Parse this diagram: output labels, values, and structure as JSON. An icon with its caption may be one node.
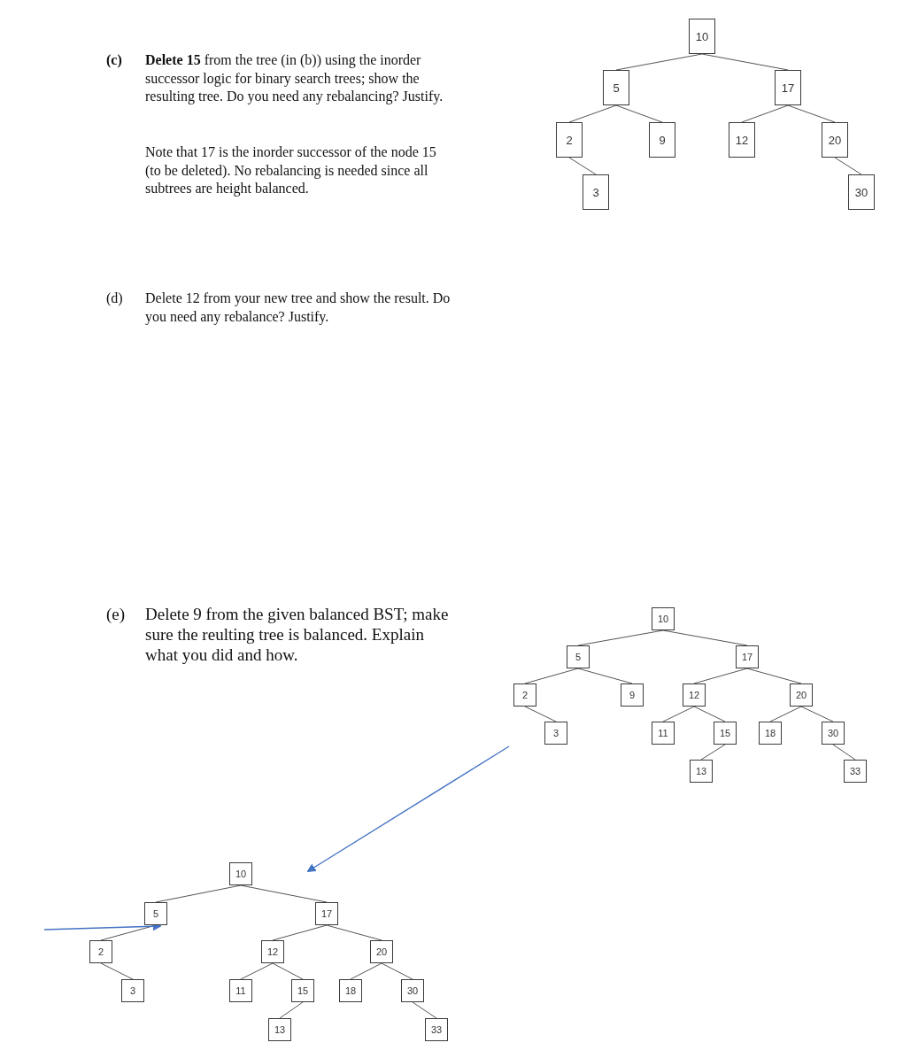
{
  "diagram": {
    "nodes": [
      {
        "text": [
          "10"
        ]
      },
      {
        "text": [
          "5"
        ]
      },
      {
        "text": [
          "17"
        ]
      },
      {
        "text": [
          "2"
        ]
      },
      {
        "text": [
          "9"
        ]
      },
      {
        "text": [
          "12"
        ]
      },
      {
        "text": [
          "20"
        ]
      },
      {
        "text": [
          "3"
        ]
      },
      {
        "text": [
          "30"
        ]
      },
      {
        "text": [
          "10"
        ]
      },
      {
        "text": [
          "5"
        ]
      },
      {
        "text": [
          "17"
        ]
      },
      {
        "text": [
          "2"
        ]
      },
      {
        "text": [
          "9"
        ]
      },
      {
        "text": [
          "12"
        ]
      },
      {
        "text": [
          "20"
        ]
      },
      {
        "text": [
          "3"
        ]
      },
      {
        "text": [
          "11"
        ]
      },
      {
        "text": [
          "15"
        ]
      },
      {
        "text": [
          "18"
        ]
      },
      {
        "text": [
          "30"
        ]
      },
      {
        "text": [
          "13"
        ]
      },
      {
        "text": [
          "33"
        ]
      },
      {
        "text": [
          "10"
        ]
      },
      {
        "text": [
          "5"
        ]
      },
      {
        "text": [
          "17"
        ]
      },
      {
        "text": [
          "2"
        ]
      },
      {
        "text": [
          "12"
        ]
      },
      {
        "text": [
          "20"
        ]
      },
      {
        "text": [
          "3"
        ]
      },
      {
        "text": [
          "11"
        ]
      },
      {
        "text": [
          "15"
        ]
      },
      {
        "text": [
          "18"
        ]
      },
      {
        "text": [
          "30"
        ]
      },
      {
        "text": [
          "13"
        ]
      },
      {
        "text": [
          "33"
        ]
      }
    ],
    "edges": [
      {
        "from": 0,
        "to": 1,
        "arrow": "none"
      },
      {
        "from": 0,
        "to": 2,
        "arrow": "none"
      },
      {
        "from": 1,
        "to": 3,
        "arrow": "none"
      },
      {
        "from": 1,
        "to": 4,
        "arrow": "none"
      },
      {
        "from": 2,
        "to": 5,
        "arrow": "none"
      },
      {
        "from": 2,
        "to": 6,
        "arrow": "none"
      },
      {
        "from": 3,
        "to": 7,
        "arrow": "none"
      },
      {
        "from": 6,
        "to": 8,
        "arrow": "none"
      },
      {
        "from": 9,
        "to": 10,
        "arrow": "none"
      },
      {
        "from": 9,
        "to": 11,
        "arrow": "none"
      },
      {
        "from": 10,
        "to": 12,
        "arrow": "none"
      },
      {
        "from": 10,
        "to": 13,
        "arrow": "none"
      },
      {
        "from": 11,
        "to": 14,
        "arrow": "none"
      },
      {
        "from": 11,
        "to": 15,
        "arrow": "none"
      },
      {
        "from": 12,
        "to": 16,
        "arrow": "none"
      },
      {
        "from": 14,
        "to": 17,
        "arrow": "none"
      },
      {
        "from": 14,
        "to": 18,
        "arrow": "none"
      },
      {
        "from": 15,
        "to": 19,
        "arrow": "none"
      },
      {
        "from": 15,
        "to": 20,
        "arrow": "none"
      },
      {
        "from": 18,
        "to": 21,
        "arrow": "none"
      },
      {
        "from": 20,
        "to": 22,
        "arrow": "none"
      },
      {
        "from": 23,
        "to": 24,
        "arrow": "none"
      },
      {
        "from": 23,
        "to": 25,
        "arrow": "none"
      },
      {
        "from": 24,
        "to": 26,
        "arrow": "none"
      },
      {
        "from": 25,
        "to": 27,
        "arrow": "none"
      },
      {
        "from": 25,
        "to": 28,
        "arrow": "none"
      },
      {
        "from": 26,
        "to": 29,
        "arrow": "none"
      },
      {
        "from": 27,
        "to": 30,
        "arrow": "none"
      },
      {
        "from": 27,
        "to": 31,
        "arrow": "none"
      },
      {
        "from": 28,
        "to": 32,
        "arrow": "none"
      },
      {
        "from": 28,
        "to": 33,
        "arrow": "none"
      },
      {
        "from": 31,
        "to": 34,
        "arrow": "none"
      },
      {
        "from": 33,
        "to": 35,
        "arrow": "none"
      },
      {
        "from": null,
        "to": 24,
        "arrow": "to",
        "color": "#4472c4"
      }
    ],
    "labels": [
      "(c)",
      "**Delete 15** from the tree (in (b)) using the inorder successor logic for binary search trees; show the resulting tree. Do you need any rebalancing? Justify.",
      "Note that 17 is the inorder successor of the node 15 (to be deleted). No rebalancing is needed since all subtrees are height balanced.",
      "(d)",
      "Delete 12 from your new tree and show the result. Do you need any rebalance? Justify.",
      "(e)",
      "Delete 9 from the given balanced BST; make sure the reulting tree is balanced. Explain what you did and how."
    ]
  }
}
